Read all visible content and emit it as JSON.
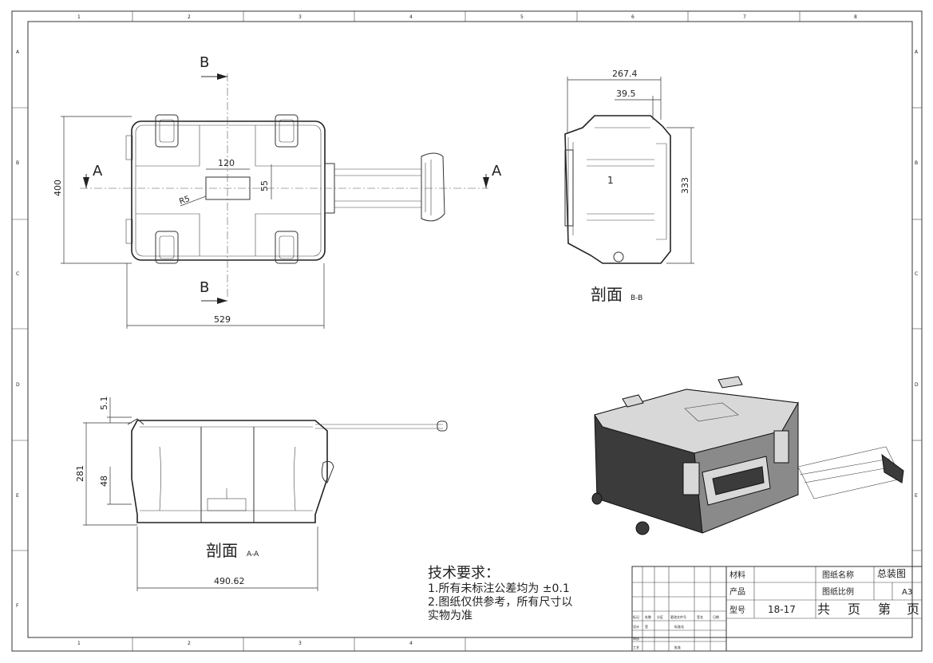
{
  "frame": {
    "cols_top": [
      "1",
      "2",
      "3",
      "4",
      "5",
      "6",
      "7",
      "8"
    ],
    "cols_bottom": [
      "1",
      "2",
      "3",
      "4"
    ],
    "rows": [
      "A",
      "B",
      "C",
      "D",
      "E",
      "F"
    ]
  },
  "view_top": {
    "section_a": "A",
    "section_b": "B",
    "dim_width": "529",
    "dim_height": "400",
    "dim_label_w": "120",
    "dim_label_h": "55",
    "dim_radius": "R5"
  },
  "view_side": {
    "dim_depth": "267.4",
    "dim_offset": "39.5",
    "dim_height": "333",
    "mark": "1",
    "caption_main": "剖面",
    "caption_sub": "B-B"
  },
  "view_front": {
    "dim_top": "5.1",
    "dim_height": "281",
    "dim_base": "48",
    "dim_width": "490.62",
    "caption_main": "剖面",
    "caption_sub": "A-A"
  },
  "notes": {
    "title": "技术要求：",
    "line1": "1.所有未标注公差均为 ±0.1",
    "line2": "2.图纸仅供参考，所有尺寸以",
    "line3": "实物为准"
  },
  "titleblock": {
    "material_label": "材料",
    "product_label": "产品",
    "model_label": "型号",
    "model_value": "18-17",
    "drawing_name_label": "图纸名称",
    "drawing_name_value": "总装图",
    "scale_label": "图纸比例",
    "scale_value": "A3",
    "sheets_total": "共",
    "sheets_unit1": "页",
    "sheet_num": "第",
    "sheets_unit2": "页",
    "small_row1": [
      "标记",
      "处数",
      "分区",
      "更改文件号",
      "签名",
      "日期"
    ],
    "small_row2": [
      "设计",
      "签",
      "",
      "标准化"
    ],
    "small_row3": [
      "审核"
    ],
    "small_row4": [
      "工艺",
      "",
      "批准"
    ]
  }
}
